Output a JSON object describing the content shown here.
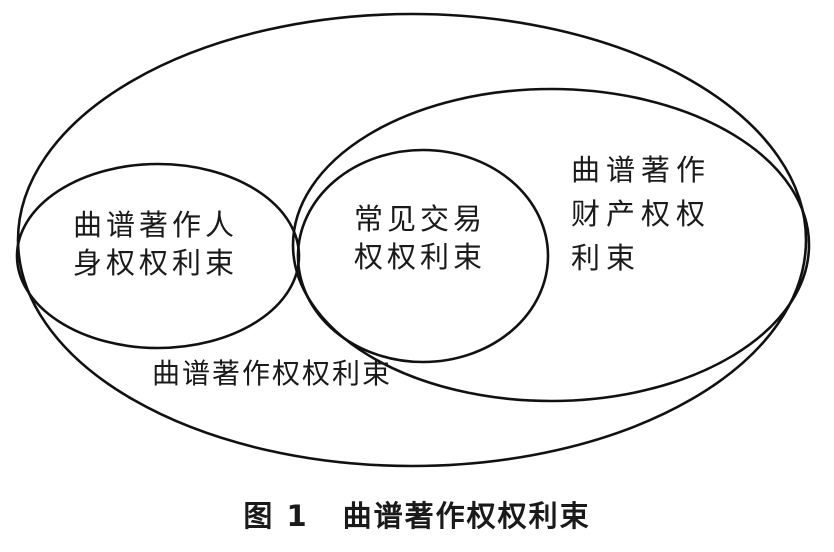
{
  "sets": {
    "whole": {
      "label": "曲谱著作权权利束"
    },
    "personal": {
      "lines": [
        "曲谱著作人",
        "身权权利束"
      ]
    },
    "property": {
      "lines": [
        "曲谱著作",
        "财产权权",
        "利束"
      ]
    },
    "transaction": {
      "lines": [
        "常见交易",
        "权权利束"
      ]
    }
  },
  "caption": {
    "number": "图 1",
    "title": "曲谱著作权权利束"
  }
}
